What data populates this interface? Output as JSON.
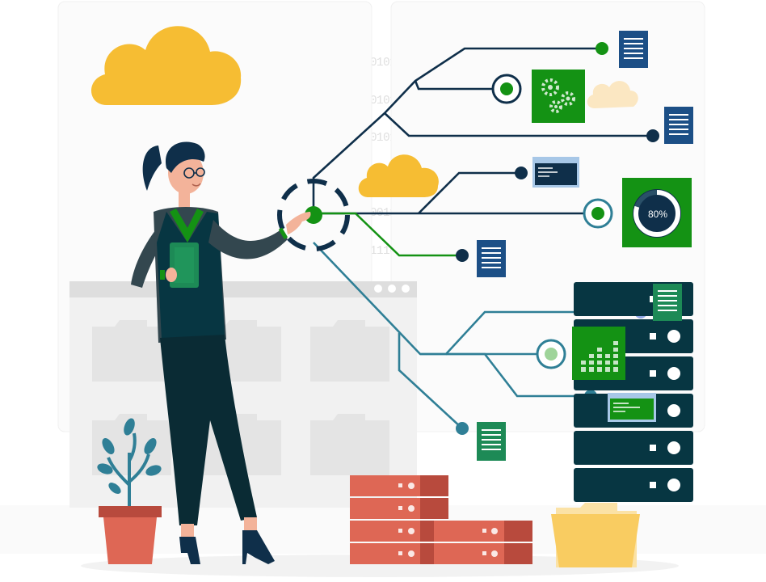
{
  "background": {
    "binary_lines": [
      "1010100001111101010101010101",
      "1010100001111101010101010101",
      "1100110011010101010101001100",
      "001101100110001101011111",
      "000101011111000001001101",
      "1111101010101010111110000"
    ]
  },
  "dashboard_card": {
    "progress_label": "80%",
    "progress_value": 80
  },
  "colors": {
    "dark_teal": "#073642",
    "navy": "#0f2f4a",
    "green": "#149214",
    "teal_blue": "#2f7f96",
    "cloud_yellow": "#f6bd33",
    "server_red": "#de6755",
    "doc_blue": "#1c4f86",
    "doc_green": "#1d8a56",
    "folder_yellow": "#f9cc61"
  },
  "icons": [
    "cloud-icon",
    "gear-icon",
    "document-icon",
    "terminal-window-icon",
    "server-rack-icon",
    "bar-chart-icon",
    "folder-icon",
    "plant-icon"
  ]
}
